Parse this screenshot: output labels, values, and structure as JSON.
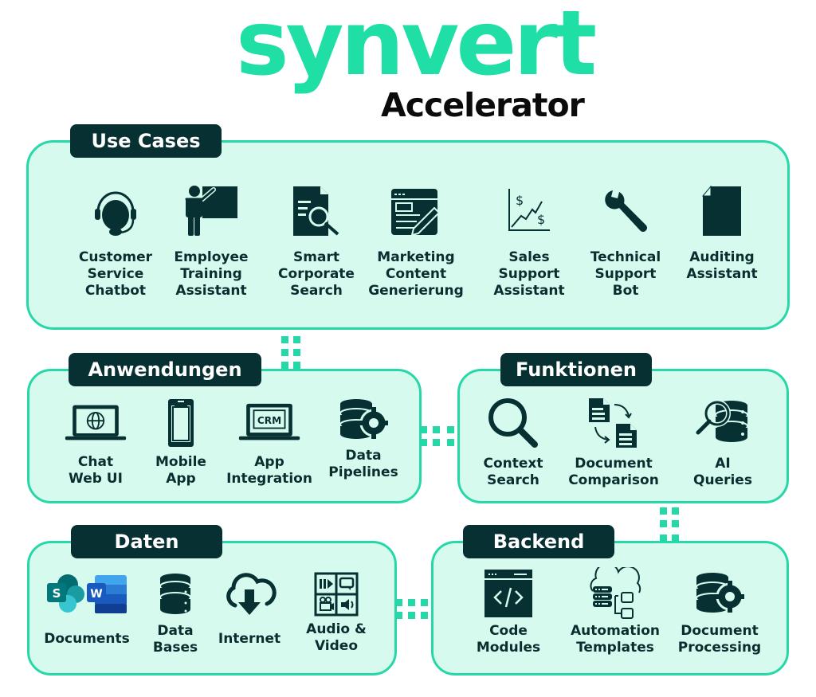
{
  "header": {
    "logo": "synvert",
    "subtitle": "Accelerator"
  },
  "colors": {
    "brand": "#1fdfa6",
    "box_fill": "#d6fbee",
    "box_border": "#26d8a8",
    "tag_bg": "#073033",
    "icon": "#073033"
  },
  "sections": {
    "use_cases": {
      "title": "Use Cases",
      "items": [
        {
          "label": "Customer\nService\nChatbot",
          "icon": "headset-icon"
        },
        {
          "label": "Employee\nTraining\nAssistant",
          "icon": "presenter-icon"
        },
        {
          "label": "Smart\nCorporate\nSearch",
          "icon": "document-search-icon"
        },
        {
          "label": "Marketing\nContent\nGenerierung",
          "icon": "content-edit-icon"
        },
        {
          "label": "Sales\nSupport\nAssistant",
          "icon": "sales-chart-icon"
        },
        {
          "label": "Technical\nSupport\nBot",
          "icon": "wrench-icon"
        },
        {
          "label": "Auditing\nAssistant",
          "icon": "document-icon"
        }
      ]
    },
    "anwendungen": {
      "title": "Anwendungen",
      "items": [
        {
          "label": "Chat\nWeb UI",
          "icon": "laptop-globe-icon"
        },
        {
          "label": "Mobile\nApp",
          "icon": "smartphone-icon"
        },
        {
          "label": "App\nIntegration",
          "icon": "laptop-crm-icon",
          "icon_text": "CRM"
        },
        {
          "label": "Data\nPipelines",
          "icon": "database-gear-icon"
        }
      ]
    },
    "funktionen": {
      "title": "Funktionen",
      "items": [
        {
          "label": "Context\nSearch",
          "icon": "magnifier-icon"
        },
        {
          "label": "Document\nComparison",
          "icon": "document-compare-icon"
        },
        {
          "label": "AI\nQueries",
          "icon": "database-search-icon"
        }
      ]
    },
    "daten": {
      "title": "Daten",
      "items": [
        {
          "label": "Documents",
          "icon": "sharepoint-word-icon",
          "icon_text_s": "S",
          "icon_text_w": "W"
        },
        {
          "label": "Data\nBases",
          "icon": "database-icon"
        },
        {
          "label": "Internet",
          "icon": "cloud-download-icon"
        },
        {
          "label": "Audio &\nVideo",
          "icon": "media-grid-icon"
        }
      ]
    },
    "backend": {
      "title": "Backend",
      "items": [
        {
          "label": "Code\nModules",
          "icon": "code-window-icon"
        },
        {
          "label": "Automation\nTemplates",
          "icon": "cloud-server-icon"
        },
        {
          "label": "Document\nProcessing",
          "icon": "database-gear-icon"
        }
      ]
    }
  }
}
